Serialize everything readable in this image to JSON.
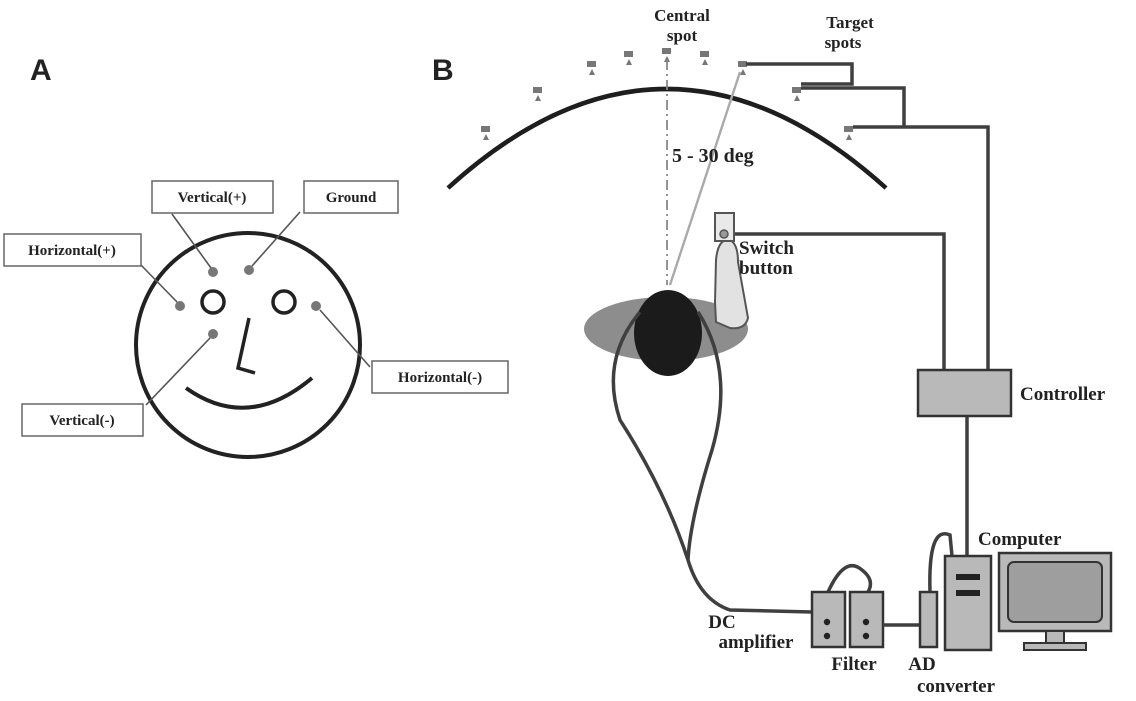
{
  "panel_a": {
    "letter": "A",
    "labels": {
      "vertical_plus": "Vertical(+)",
      "ground": "Ground",
      "horizontal_plus": "Horizontal(+)",
      "horizontal_minus": "Horizontal(-)",
      "vertical_minus": "Vertical(-)"
    }
  },
  "panel_b": {
    "letter": "B",
    "labels": {
      "central_spot_1": "Central",
      "central_spot_2": "spot",
      "target_spots_1": "Target",
      "target_spots_2": "spots",
      "angle": "5 - 30 deg",
      "switch_1": "Switch",
      "switch_2": "button",
      "controller": "Controller",
      "computer": "Computer",
      "dc_1": "DC",
      "dc_2": "amplifier",
      "filter": "Filter",
      "ad_1": "AD",
      "ad_2": "converter"
    }
  }
}
